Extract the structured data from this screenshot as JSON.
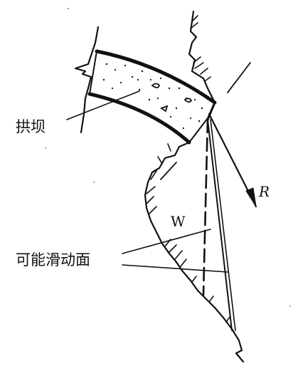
{
  "labels": {
    "arch_dam": "拱坝",
    "weight": "W",
    "thrust": "R",
    "sliding_surface": "可能滑动面"
  },
  "colors": {
    "ink": "#111111",
    "background": "#ffffff"
  }
}
